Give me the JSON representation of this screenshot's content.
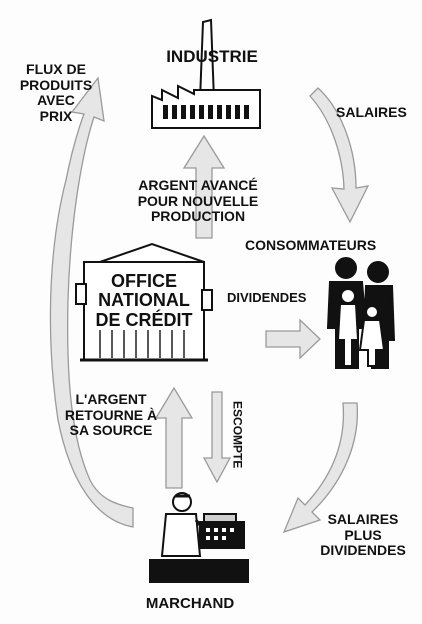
{
  "colors": {
    "ink": "#111111",
    "arrow_fill": "#e6e6e6",
    "arrow_stroke": "#9a9a9a",
    "background": "#fdfdfd"
  },
  "nodes": {
    "industrie": "INDUSTRIE",
    "office": [
      "OFFICE",
      "NATIONAL",
      "DE CRÉDIT"
    ],
    "consommateurs": "CONSOMMATEURS",
    "marchand": "MARCHAND"
  },
  "flows": {
    "flux_produits": [
      "FLUX DE",
      "PRODUITS",
      "AVEC",
      "PRIX"
    ],
    "salaires": "SALAIRES",
    "argent_avance": [
      "ARGENT AVANCÉ",
      "POUR NOUVELLE",
      "PRODUCTION"
    ],
    "dividendes": "DIVIDENDES",
    "argent_retourne": [
      "L'ARGENT",
      "RETOURNE À",
      "SA SOURCE"
    ],
    "escompte": "ESCOMPTE",
    "salaires_plus_dividendes": [
      "SALAIRES",
      "PLUS",
      "DIVIDENDES"
    ]
  },
  "icons": {
    "factory": "factory-icon",
    "bank": "bank-building-icon",
    "family": "family-icon",
    "merchant": "merchant-at-register-icon"
  }
}
